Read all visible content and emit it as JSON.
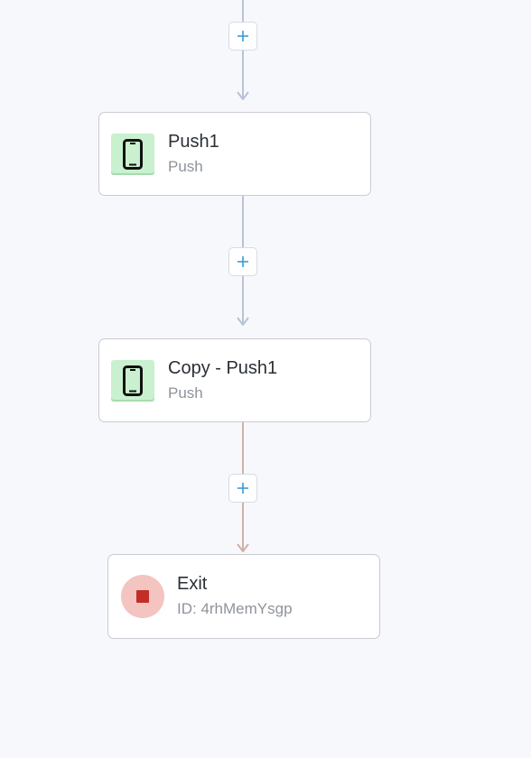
{
  "canvas": {
    "background": "#f7f8fc"
  },
  "nodes": [
    {
      "title": "Push1",
      "subtitle": "Push",
      "icon": "mobile-phone-icon"
    },
    {
      "title": "Copy - Push1",
      "subtitle": "Push",
      "icon": "mobile-phone-icon"
    },
    {
      "title": "Exit",
      "subtitle": "ID: 4rhMemYsgp",
      "icon": "stop-icon"
    }
  ],
  "add_step_buttons": [
    {
      "icon": "plus-icon"
    },
    {
      "icon": "plus-icon"
    },
    {
      "icon": "plus-icon"
    }
  ],
  "colors": {
    "connector_blue": "#b9c2d6",
    "connector_red": "#cfb1a8",
    "plus_accent": "#3a9bd0",
    "push_icon_bg": "#c9f0cf",
    "exit_icon_bg": "#f4c4c0",
    "exit_icon_fg": "#c22f26"
  }
}
